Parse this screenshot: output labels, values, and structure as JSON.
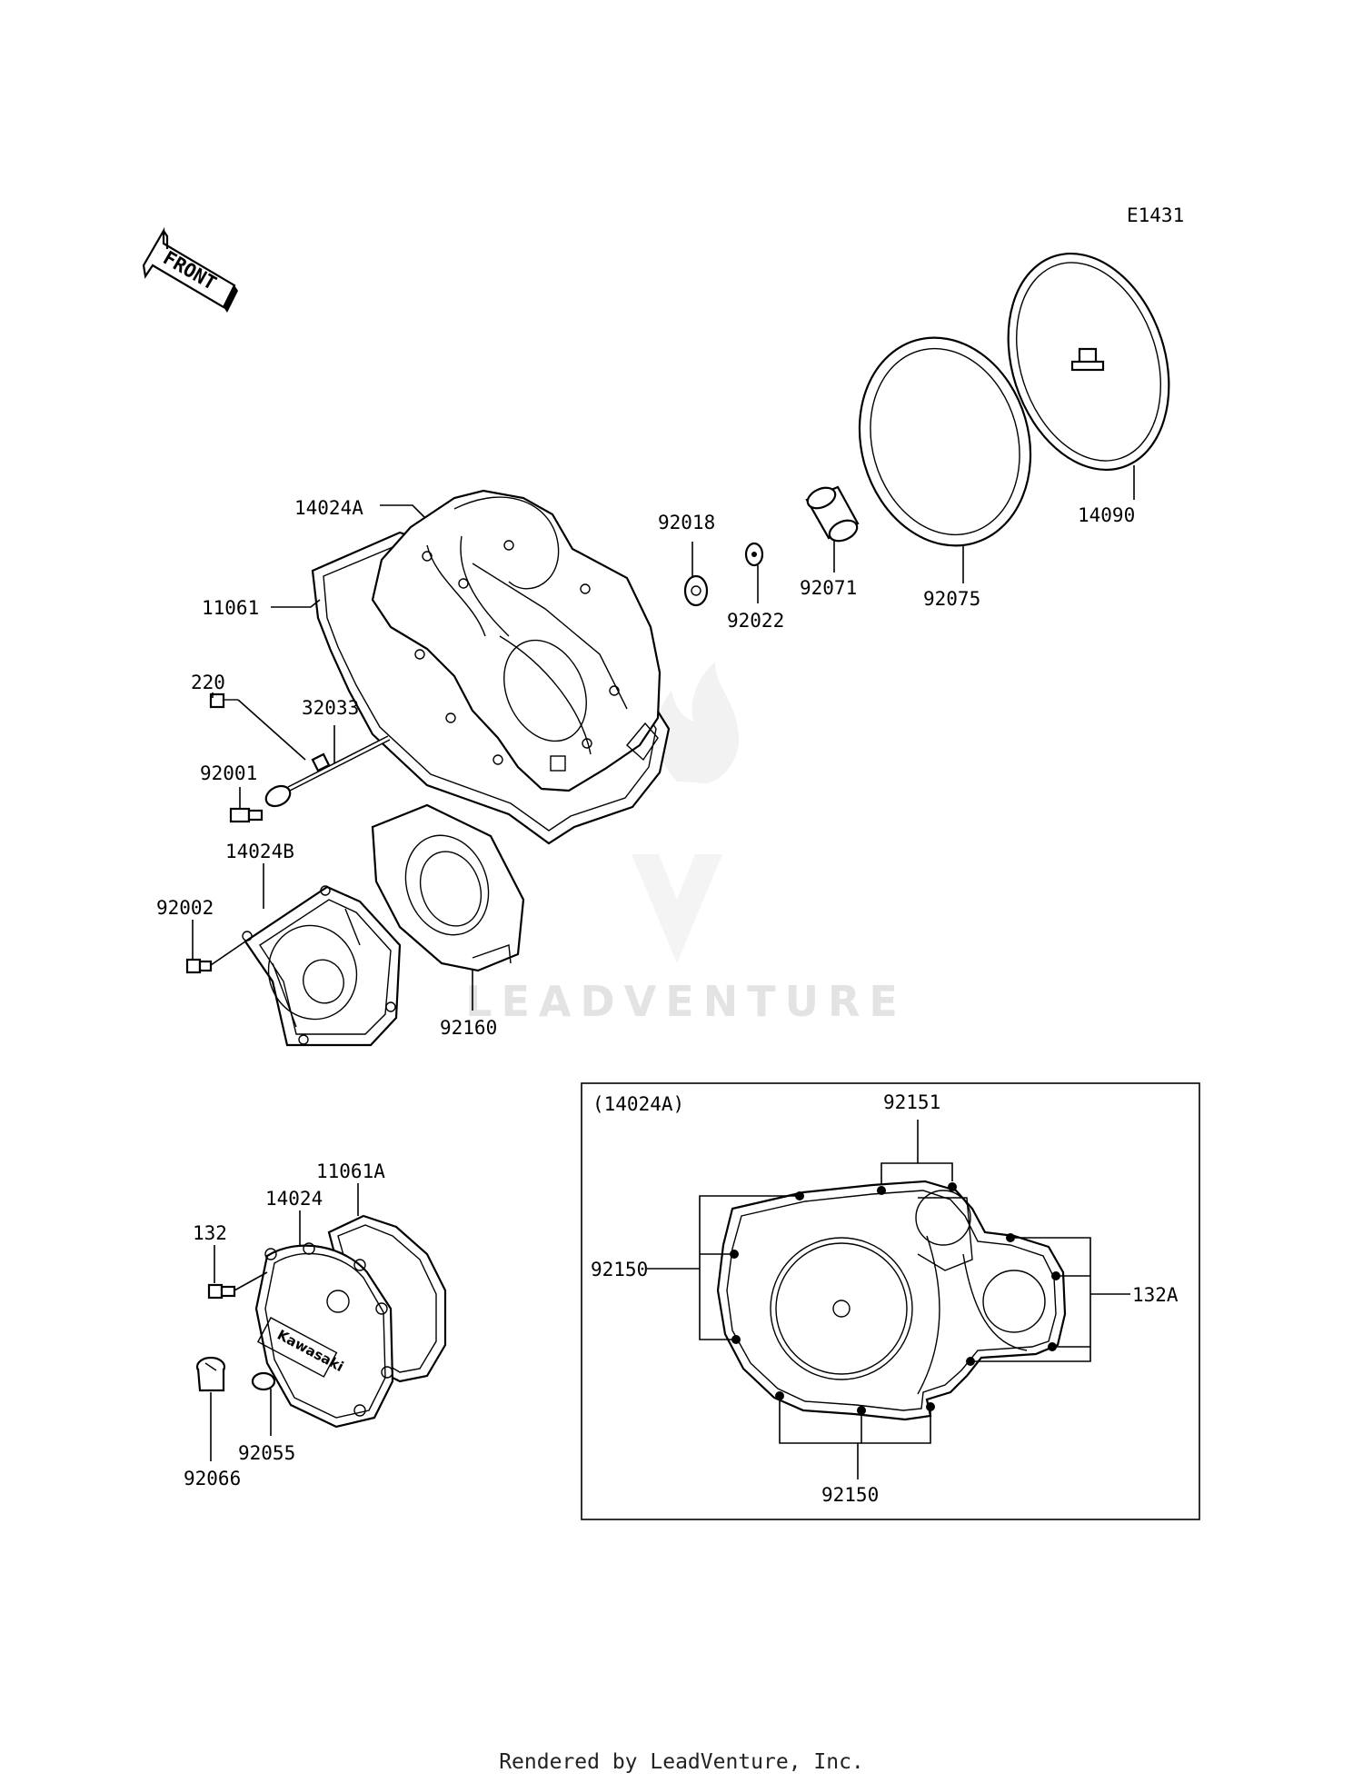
{
  "diagram": {
    "code": "E1431",
    "front_arrow": "FRONT",
    "watermark": "LEADVENTURE",
    "inset_title": "(14024A)",
    "labels": {
      "p14024A": "14024A",
      "p11061": "11061",
      "p220": "220",
      "p32033": "32033",
      "p92001": "92001",
      "p14024B": "14024B",
      "p92002": "92002",
      "p92160": "92160",
      "p92018": "92018",
      "p92022": "92022",
      "p92071": "92071",
      "p92075": "92075",
      "p14090": "14090",
      "p11061A": "11061A",
      "p14024": "14024",
      "p132": "132",
      "p92055": "92055",
      "p92066": "92066",
      "inset_92151": "92151",
      "inset_92150_left": "92150",
      "inset_132A": "132A",
      "inset_92150_bottom": "92150"
    },
    "cover_logo": "Kawasaki"
  },
  "footer": "Rendered by LeadVenture, Inc."
}
